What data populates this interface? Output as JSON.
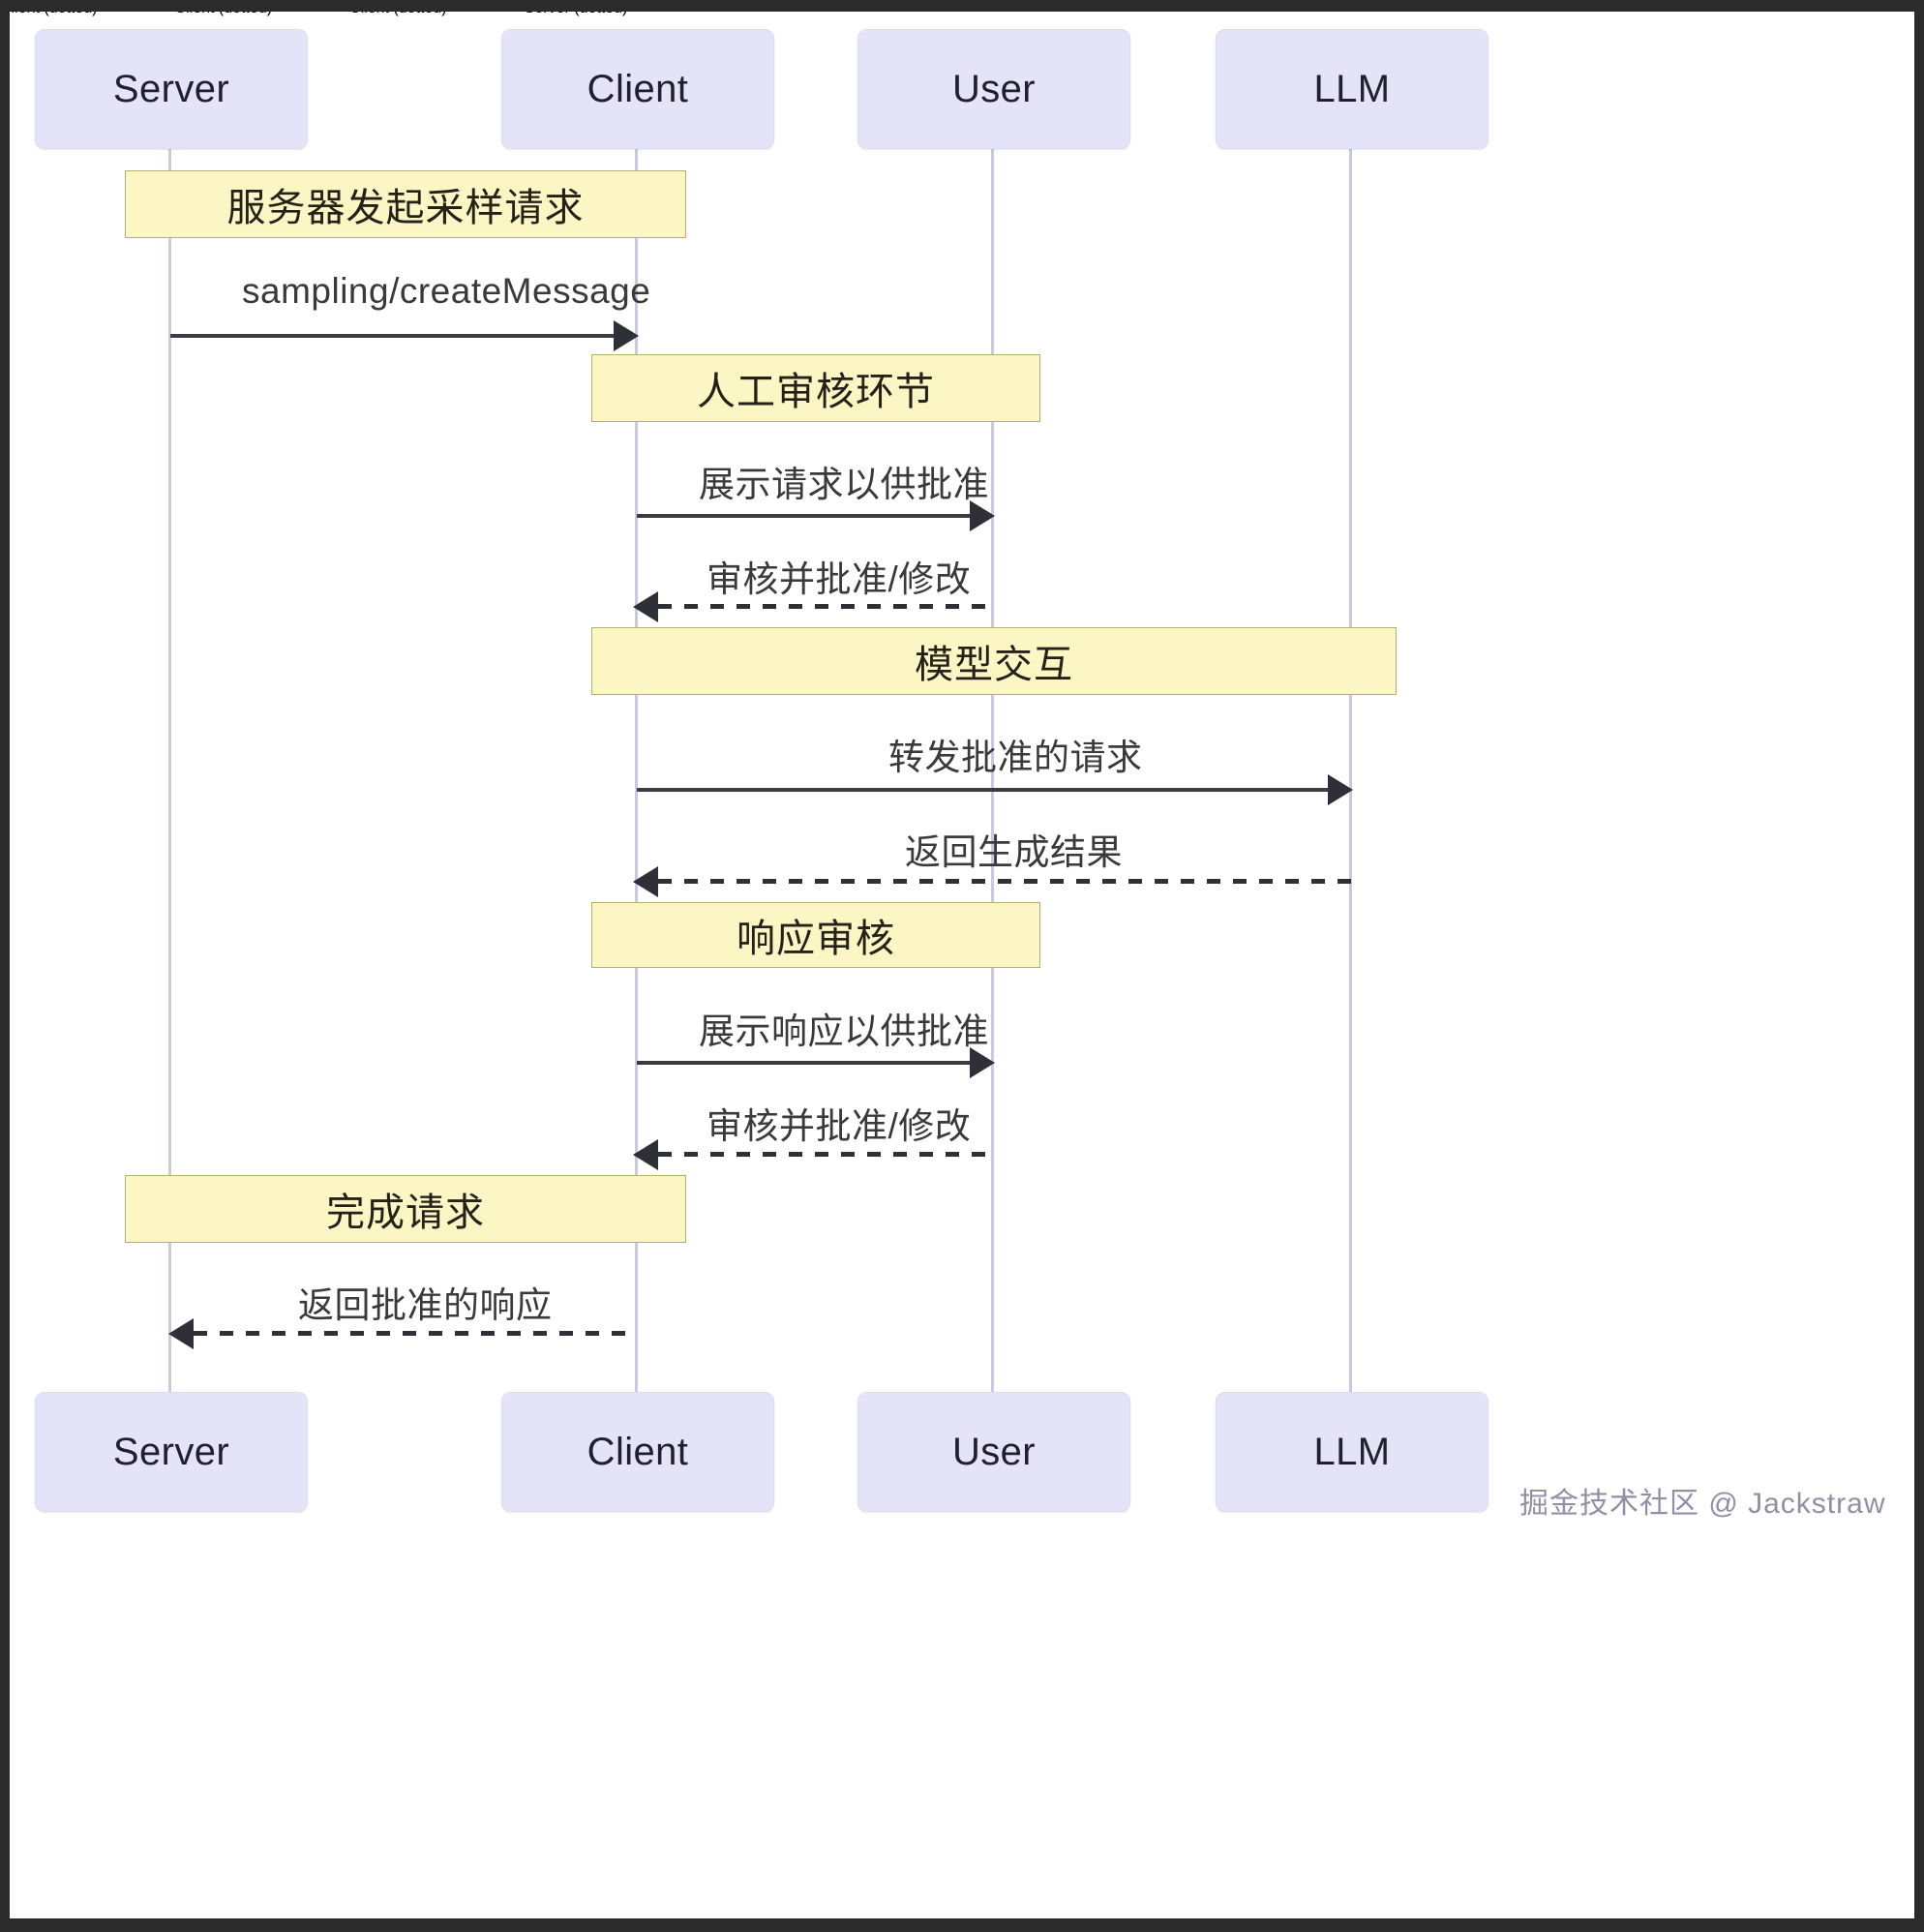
{
  "diagram": {
    "kind": "sequence-diagram",
    "title": "",
    "colors": {
      "actor_fill": "#e5e3f7",
      "actor_border": "#dedcf0",
      "note_fill": "#fbf6c4",
      "note_border": "#b8b06a",
      "lifeline": "#c9c9e0",
      "arrow": "#2f2f38",
      "text": "#3a3a3a"
    },
    "participants": [
      {
        "id": "server",
        "label": "Server"
      },
      {
        "id": "client",
        "label": "Client"
      },
      {
        "id": "user",
        "label": "User"
      },
      {
        "id": "llm",
        "label": "LLM"
      }
    ],
    "notes": [
      {
        "id": "note-sampling-request",
        "label": "服务器发起采样请求",
        "span": "Server-Client"
      },
      {
        "id": "note-human-review",
        "label": "人工审核环节",
        "span": "Client-User"
      },
      {
        "id": "note-model-interaction",
        "label": "模型交互",
        "span": "Client-LLM"
      },
      {
        "id": "note-response-review",
        "label": "响应审核",
        "span": "Client-User"
      },
      {
        "id": "note-complete-request",
        "label": "完成请求",
        "span": "Server-Client"
      }
    ],
    "messages": [
      {
        "id": "msg-1",
        "label": "sampling/createMessage",
        "from": "server",
        "to": "client",
        "style": "solid"
      },
      {
        "id": "msg-2",
        "label": "展示请求以供批准",
        "from": "client",
        "to": "user",
        "style": "solid"
      },
      {
        "id": "msg-3",
        "label": "审核并批准/修改",
        "from": "user",
        "to": "client",
        "style": "dotted"
      },
      {
        "id": "msg-4",
        "label": "转发批准的请求",
        "from": "client",
        "to": "llm",
        "style": "solid"
      },
      {
        "id": "msg-5",
        "label": "返回生成结果",
        "from": "llm",
        "to": "client",
        "style": "dotted"
      },
      {
        "id": "msg-6",
        "label": "展示响应以供批准",
        "from": "client",
        "to": "user",
        "style": "solid"
      },
      {
        "id": "msg-7",
        "label": "审核并批准/修改",
        "from": "user",
        "to": "client",
        "style": "dotted"
      },
      {
        "id": "msg-8",
        "label": "返回批准的响应",
        "from": "client",
        "to": "server",
        "style": "dotted"
      }
    ],
    "watermark": "掘金技术社区 @ Jackstraw"
  }
}
